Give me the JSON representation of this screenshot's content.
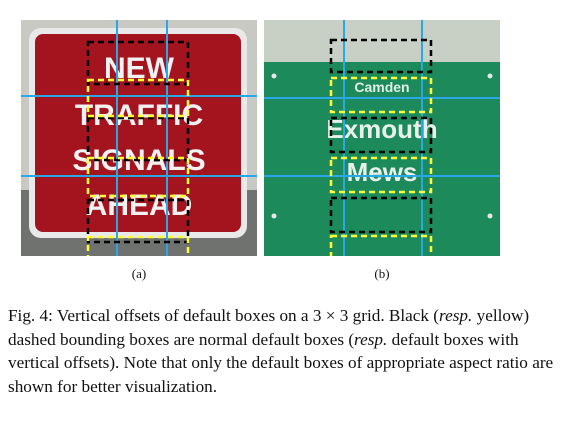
{
  "figure": {
    "panel_a": {
      "label": "(a)",
      "sign_lines": [
        "NEW",
        "TRAFFIC",
        "SIGNALS",
        "AHEAD"
      ],
      "sign_color": "#a3141f"
    },
    "panel_b": {
      "label": "(b)",
      "sign_brand": "Camden",
      "sign_lines": [
        "Exmouth",
        "Mews"
      ],
      "sign_color": "#1c8a5a"
    },
    "grid_color": "#2aa7e6",
    "box_colors": {
      "normal": "#000000",
      "offset": "#ffff33"
    }
  },
  "caption": {
    "prefix": "Fig. 4: Vertical offsets of default boxes on a 3 × 3 grid. Black (",
    "resp1": "resp.",
    "mid1": " yellow) dashed bounding boxes are normal default boxes (",
    "resp2": "resp.",
    "suffix": " default boxes with vertical offsets). Note that only the default boxes of appropriate aspect ratio are shown for better visualization."
  }
}
